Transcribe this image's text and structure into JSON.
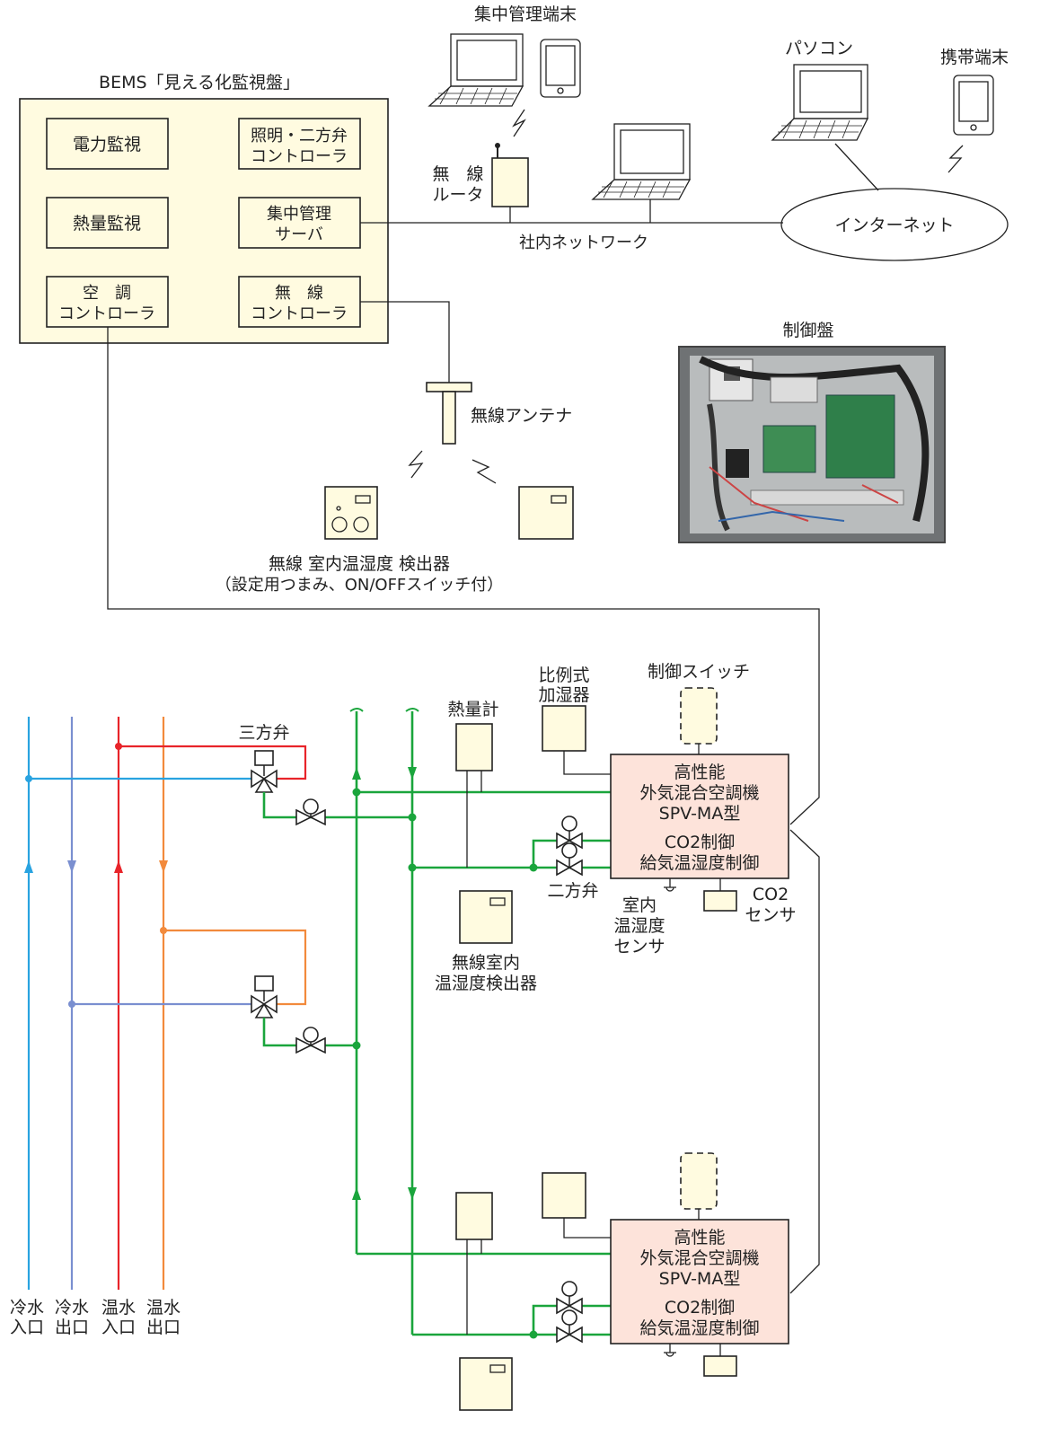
{
  "bems": {
    "title": "BEMS「見える化監視盤」",
    "power": "電力監視",
    "lighting": [
      "照明・二方弁",
      "コントローラ"
    ],
    "heat": "熱量監視",
    "server": [
      "集中管理",
      "サーバ"
    ],
    "aircon": [
      "空　調",
      "コントローラ"
    ],
    "wireless_ctrl": [
      "無　線",
      "コントローラ"
    ]
  },
  "network": {
    "central_terminal": "集中管理端末",
    "router": [
      "無　線",
      "ルータ"
    ],
    "lan": "社内ネットワーク",
    "pc": "パソコン",
    "mobile": "携帯端末",
    "internet": "インターネット"
  },
  "control_panel": {
    "label": "制御盤"
  },
  "wireless": {
    "antenna": "無線アンテナ",
    "sensor_label": [
      "無線 室内温湿度 検出器",
      "（設定用つまみ、ON/OFFスイッチ付）"
    ]
  },
  "unit": {
    "lines": [
      "高性能",
      "外気混合空調機",
      "SPV-MA型",
      "CO2制御",
      "給気温湿度制御"
    ],
    "humidifier": [
      "比例式",
      "加湿器"
    ],
    "control_switch": "制御スイッチ",
    "heat_meter": "熱量計",
    "two_way_valve": "二方弁",
    "room_sensor": [
      "室内",
      "温湿度",
      "センサ"
    ],
    "co2_sensor": [
      "CO2",
      "センサ"
    ],
    "wireless_sensor": [
      "無線室内",
      "温湿度検出器"
    ],
    "three_way_valve": "三方弁"
  },
  "pipes": {
    "labels": [
      [
        "冷水",
        "入口"
      ],
      [
        "冷水",
        "出口"
      ],
      [
        "温水",
        "入口"
      ],
      [
        "温水",
        "出口"
      ]
    ]
  },
  "colors": {
    "cold_in": "#29a3e0",
    "cold_out": "#7a8fd0",
    "hot_in": "#e8242a",
    "hot_out": "#f28a3c",
    "loop": "#1aa53c",
    "bems_fill": "#fffbe0",
    "unit_fill": "#fde3da"
  }
}
